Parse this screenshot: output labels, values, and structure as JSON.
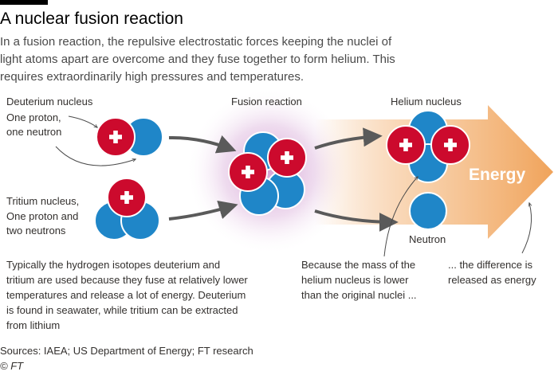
{
  "header": {
    "title": "A nuclear fusion reaction",
    "subtitle": "In a fusion reaction, the repulsive electrostatic forces keeping the nuclei of light atoms apart are overcome and they fuse together to form helium. This requires extraordinarily high pressures and temperatures."
  },
  "labels": {
    "deuterium": [
      "Deuterium nucleus",
      "One proton,",
      "one neutron"
    ],
    "tritium": [
      "Tritium nucleus,",
      "One proton and",
      "two neutrons"
    ],
    "fusion": "Fusion reaction",
    "helium": "Helium nucleus",
    "neutron": "Neutron",
    "energy": "Energy"
  },
  "captions": {
    "isotopes": [
      "Typically the hydrogen isotopes deuterium and",
      "tritium are used because they fuse at relatively lower",
      "temperatures and release a lot of energy. Deuterium",
      "is found in seawater, while tritium can be extracted",
      "from lithium"
    ],
    "mass": [
      "Because the mass of the",
      "helium nucleus is lower",
      "than the original nuclei ..."
    ],
    "difference": [
      "... the difference is",
      "released as energy"
    ]
  },
  "footer": {
    "sources": "Sources: IAEA; US Department of Energy; FT research",
    "copyright": "© FT"
  },
  "colors": {
    "proton": "#cc0a2d",
    "neutron": "#1f86c8",
    "energy_arrow": "#f0a35a",
    "glow": "#b45ab4"
  }
}
